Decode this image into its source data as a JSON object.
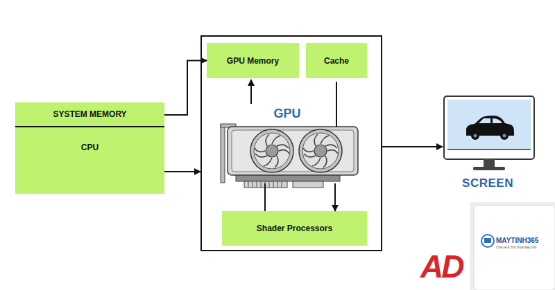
{
  "diagram": {
    "nodes": [
      {
        "text": [
          "SYSTEM MEMORY"
        ]
      },
      {
        "text": [
          "CPU"
        ]
      },
      {
        "text": [
          "GPU"
        ]
      },
      {
        "text": [
          "GPU Memory"
        ],
        "in": 2
      },
      {
        "text": [
          "Cache"
        ],
        "in": 2
      },
      {
        "text": [
          "Shader Processors"
        ],
        "in": 2
      },
      {
        "text": [
          "SCREEN"
        ]
      }
    ],
    "edges": [
      {
        "from": 0,
        "to": 3,
        "arrow": "to"
      },
      {
        "from": 1,
        "to": 2,
        "arrow": "to"
      },
      {
        "from": 2,
        "to": 3,
        "arrow": "to"
      },
      {
        "from": 4,
        "to": 2,
        "arrow": "none"
      },
      {
        "from": 2,
        "to": 5,
        "arrow": "none"
      },
      {
        "from": 2,
        "to": 5,
        "arrow": "to"
      },
      {
        "from": 2,
        "to": 6,
        "arrow": "to"
      }
    ],
    "labels": [
      "MAYTINH365",
      "Chia sẻ & Thủ thuật Máy tính",
      "AD"
    ]
  }
}
